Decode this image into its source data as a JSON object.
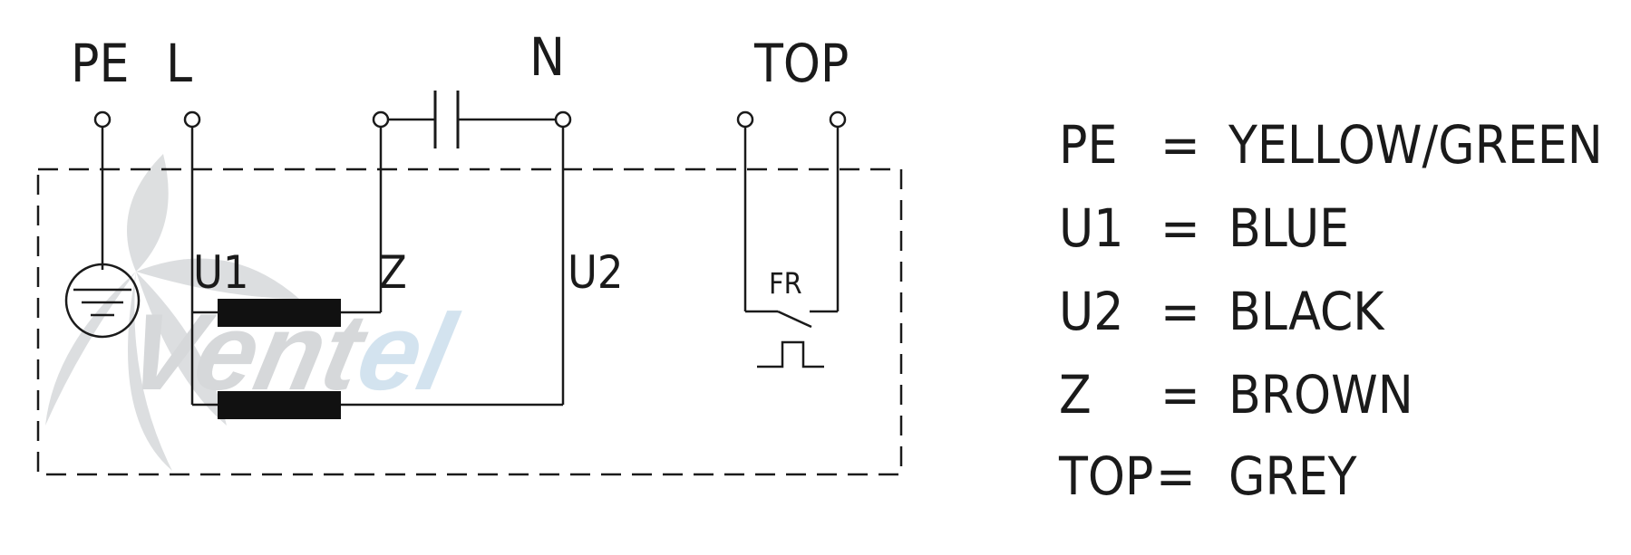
{
  "terminals": {
    "pe": "PE",
    "l": "L",
    "n": "N",
    "top": "TOP"
  },
  "coil_labels": {
    "u1": "U1",
    "z": "Z",
    "u2": "U2"
  },
  "thermal_protector": {
    "label": "FR"
  },
  "watermark": {
    "part1": "Vent",
    "part2": "el"
  },
  "legend": [
    {
      "key": "PE",
      "sep": "=",
      "value": "YELLOW/GREEN"
    },
    {
      "key": "U1",
      "sep": "=",
      "value": "BLUE"
    },
    {
      "key": "U2",
      "sep": "=",
      "value": "BLACK"
    },
    {
      "key": "Z",
      "sep": "=",
      "value": "BROWN"
    },
    {
      "key": "TOP",
      "sep": "=",
      "value": "GREY"
    }
  ],
  "colors": {
    "line": "#1a1a1a",
    "coil": "#111111",
    "watermark_grey": "#d2d4d6",
    "watermark_blue": "#cfe1ee"
  }
}
